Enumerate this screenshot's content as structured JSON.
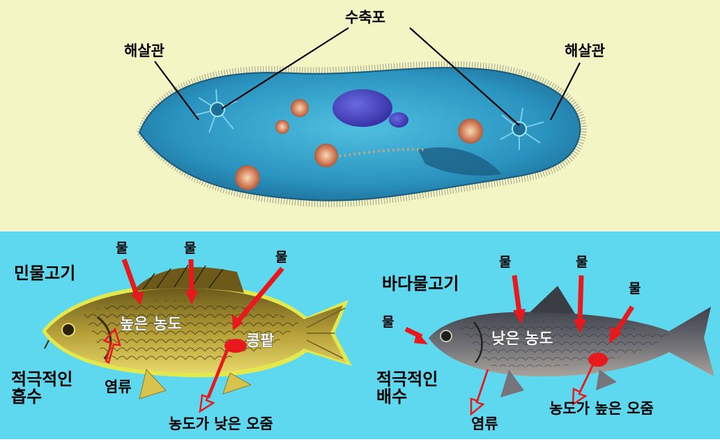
{
  "paramecium": {
    "label_left": "해살관",
    "label_center": "수축포",
    "label_right": "해살관"
  },
  "freshwater_fish": {
    "title": "민물고기",
    "water_labels": [
      "물",
      "물",
      "물"
    ],
    "concentration": "높은 농도",
    "kidney": "콩팥",
    "active_absorption": "적극적인\n흡수",
    "salt": "염류",
    "urine": "농도가 낮은 오줌"
  },
  "seawater_fish": {
    "title": "바다물고기",
    "water_labels": [
      "물",
      "물",
      "물",
      "물"
    ],
    "concentration": "낮은 농도",
    "active_excretion": "적극적인\n배수",
    "salt": "염류",
    "urine": "농도가 높은 오줌"
  },
  "colors": {
    "top_bg": "#f3f6c4",
    "bottom_bg": "#5ed8ee",
    "cell": "#2f9cc4",
    "arrow_red": "#e8191c"
  }
}
